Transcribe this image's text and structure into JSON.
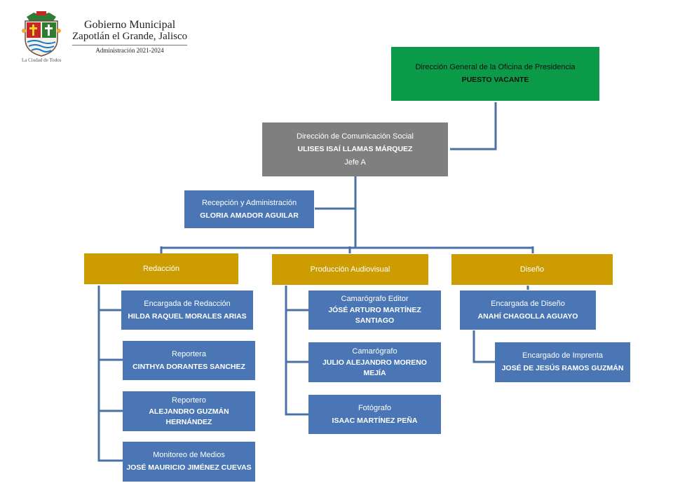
{
  "header": {
    "line1": "Gobierno Municipal",
    "line2": "Zapotlán el Grande, Jalisco",
    "line3": "Administración 2021-2024",
    "tagline": "La Ciudad de Todos"
  },
  "nodes": {
    "presidencia": {
      "title": "Dirección General de la Oficina de Presidencia",
      "name": "PUESTO VACANTE"
    },
    "comunicacion": {
      "title": "Dirección de Comunicación Social",
      "name": "ULISES ISAÍ LLAMAS MÁRQUEZ",
      "level": "Jefe A"
    },
    "recepcion": {
      "title": "Recepción y Administración",
      "name": "GLORIA AMADOR AGUILAR"
    },
    "redaccion": {
      "title": "Redacción"
    },
    "produccion": {
      "title": "Producción Audiovisual"
    },
    "diseno": {
      "title": "Diseño"
    },
    "enc_redaccion": {
      "title": "Encargada de Redacción",
      "name": "HILDA RAQUEL MORALES ARIAS"
    },
    "reportera": {
      "title": "Reportera",
      "name": "CINTHYA DORANTES SANCHEZ"
    },
    "reportero": {
      "title": "Reportero",
      "name": "ALEJANDRO GUZMÁN HERNÁNDEZ"
    },
    "monitoreo": {
      "title": "Monitoreo de Medios",
      "name": "JOSÉ MAURICIO JIMÉNEZ CUEVAS"
    },
    "camarografo_editor": {
      "title": "Camarógrafo Editor",
      "name": "JÓSÉ ARTURO MARTÍNEZ SANTIAGO"
    },
    "camarografo": {
      "title": "Camarógrafo",
      "name": "JULIO ALEJANDRO MORENO MEJÍA"
    },
    "fotografo": {
      "title": "Fotógrafo",
      "name": "ISAAC MARTÍNEZ PEÑA"
    },
    "enc_diseno": {
      "title": "Encargada de Diseño",
      "name": "ANAHÍ CHAGOLLA AGUAYO"
    },
    "enc_imprenta": {
      "title": "Encargado de Imprenta",
      "name": "JOSÉ DE JESÚS RAMOS GUZMÁN"
    }
  },
  "colors": {
    "green": "#0a9a48",
    "gray": "#7f7f7f",
    "gold": "#cc9c00",
    "blue": "#4a76b5",
    "connector": "#4a70a8"
  }
}
